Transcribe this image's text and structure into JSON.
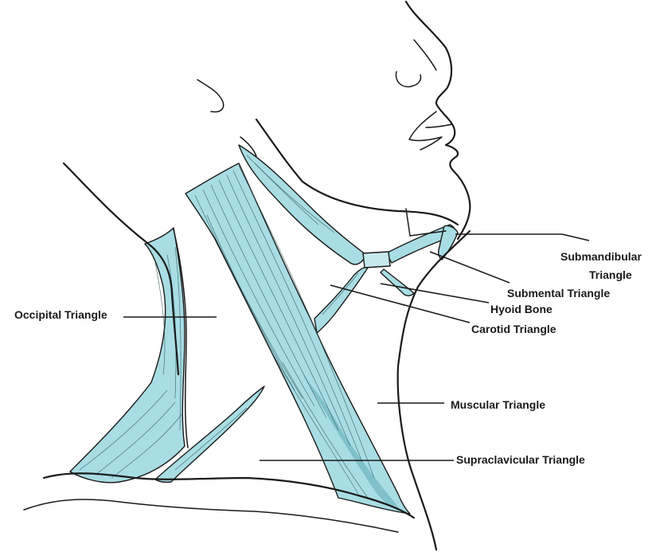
{
  "colors": {
    "muscle_fill": "#a8dde4",
    "muscle_shade": "#7cc3cc",
    "line": "#1a1a1a",
    "background": "#ffffff"
  },
  "labels": {
    "submandibular_line1": "Submandibular",
    "submandibular_line2": "Triangle",
    "submental": "Submental Triangle",
    "hyoid": "Hyoid Bone",
    "carotid": "Carotid Triangle",
    "occipital": "Occipital Triangle",
    "muscular": "Muscular Triangle",
    "supraclavicular": "Supraclavicular Triangle"
  }
}
